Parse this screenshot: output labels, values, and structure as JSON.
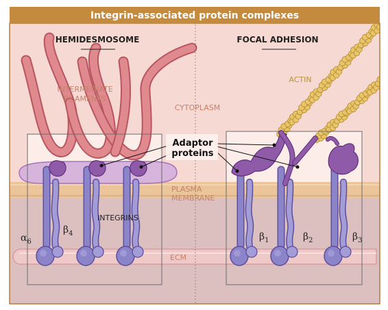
{
  "title": "Integrin-associated protein complexes",
  "panels": {
    "left": {
      "heading": "HEMIDESMOSOME"
    },
    "right": {
      "heading": "FOCAL ADHESION"
    }
  },
  "labels": {
    "intermediate_filaments_line1": "INTERMEDIATE",
    "intermediate_filaments_line2": "FILAMENTS",
    "cytoplasm": "CYTOPLASM",
    "actin": "ACTIN",
    "adaptor_line1": "Adaptor",
    "adaptor_line2": "proteins",
    "plasma_membrane_line1": "PLASMA",
    "plasma_membrane_line2": "MEMBRANE",
    "integrins": "INTEGRINS",
    "ecm": "ECM"
  },
  "subunits": {
    "alpha6": {
      "base": "α",
      "sub": "6"
    },
    "beta4": {
      "base": "β",
      "sub": "4"
    },
    "beta1": {
      "base": "β",
      "sub": "1"
    },
    "beta2": {
      "base": "β",
      "sub": "2"
    },
    "beta3": {
      "base": "β",
      "sub": "3"
    }
  },
  "colors": {
    "title_bar": "#c48a3e",
    "cytoplasm_bg": "#f7d9d4",
    "ecm_bg": "#dcc0c0",
    "membrane": "#ecc49a",
    "filament": "#e08a90",
    "actin_bead": "#e8c56a",
    "integrin": "#8c84c8",
    "adaptor": "#8f5aa8",
    "adaptor_plate": "#d6b4dc"
  }
}
